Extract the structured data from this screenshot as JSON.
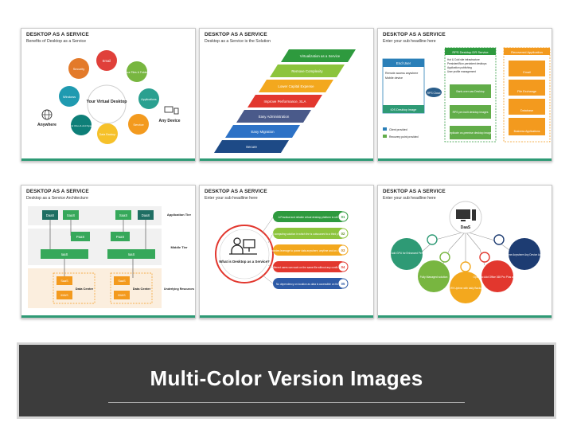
{
  "banner": {
    "title": "Multi-Color Version Images"
  },
  "colors": {
    "accent": "#2e9a75",
    "banner_bg": "#3c3c3c"
  },
  "slides": [
    {
      "title": "DESKTOP AS A SERVICE",
      "subtitle": "Benefits of Desktop as a Service",
      "center": "Your Virtual Desktop",
      "petals": [
        "Email",
        "Your Files & Folders",
        "Applications",
        "Service",
        "Data Backup",
        "Anti Virus & Anti Spam",
        "Windows",
        "Security"
      ],
      "left_label": "Anywhere",
      "right_label": "Any Device"
    },
    {
      "title": "DESKTOP AS A SERVICE",
      "subtitle": "Desktop as a Service is the Solution",
      "steps": [
        "Virtualization as a Service",
        "Remove Complexity",
        "Lower Capital Expense",
        "Improve Performance, SLA",
        "Easy Administration",
        "Easy Migration",
        "Secure"
      ]
    },
    {
      "title": "DESKTOP AS A SERVICE",
      "subtitle": "Enter your sub headline here",
      "end_user": "End User",
      "bullets": [
        "Remote access anywhere",
        "Mobile device"
      ],
      "ios": "iOS Desktop image",
      "cloud": "RPS Cloud",
      "service_title": "RPS Desktop DR Service",
      "service_items": [
        "Hot & Cold site infrastructure",
        "Persistent/Non-persistent desktops",
        "Application publishing",
        "User profile management"
      ],
      "green_boxes": [
        "Bank-over-sas Desktop",
        "RPS pre-built desktop images",
        "Replicate on-premise desktop images"
      ],
      "legend": [
        "Client provided",
        "Recovery point provided"
      ],
      "recovered_title": "Recovered Application",
      "recovered": [
        "Email",
        "File Exchange",
        "Database",
        "Business Applications"
      ]
    },
    {
      "title": "DESKTOP AS A SERVICE",
      "subtitle": "Desktop as a Service Architecture",
      "app_boxes": [
        "DaaS",
        "SaaS",
        "SaaS",
        "DaaS"
      ],
      "paas": [
        "PaaS",
        "PaaS"
      ],
      "iaas": [
        "IaaS",
        "IaaS"
      ],
      "dc": [
        "SaaS",
        "IMAS",
        "SaaS",
        "IMAS"
      ],
      "dc_labels": [
        "Data Center",
        "Data Center"
      ],
      "tiers": [
        "Application Tier",
        "Middle Tier",
        "Underlying Resources"
      ]
    },
    {
      "title": "DESKTOP AS A SERVICE",
      "subtitle": "Enter your sub headline here",
      "circle": "What is Desktop as a Service?",
      "items": [
        "A Practical and reliable virtual desktop platform to utilize",
        "Cloud computing solution in which the is outsourced to a third party provider",
        "Provides leverage to power data anywhere, anytime and on any device",
        "Different users can work on the same file without any conflict of data",
        "No dependency on location as data is accessible on the go."
      ],
      "nums": [
        "01",
        "02",
        "03",
        "04",
        "05"
      ]
    },
    {
      "title": "DESKTOP AS A SERVICE",
      "subtitle": "Enter your sub headline here",
      "hub": "DaaS",
      "nodes": [
        "Option to Add GPU for Enhanced Performance",
        "Fully Managed solution",
        "99.9% Uptime with daily Backups",
        "Option to Add Office 365 Pro Plus available",
        "Anytime Anywhere Any Device Access"
      ]
    }
  ]
}
